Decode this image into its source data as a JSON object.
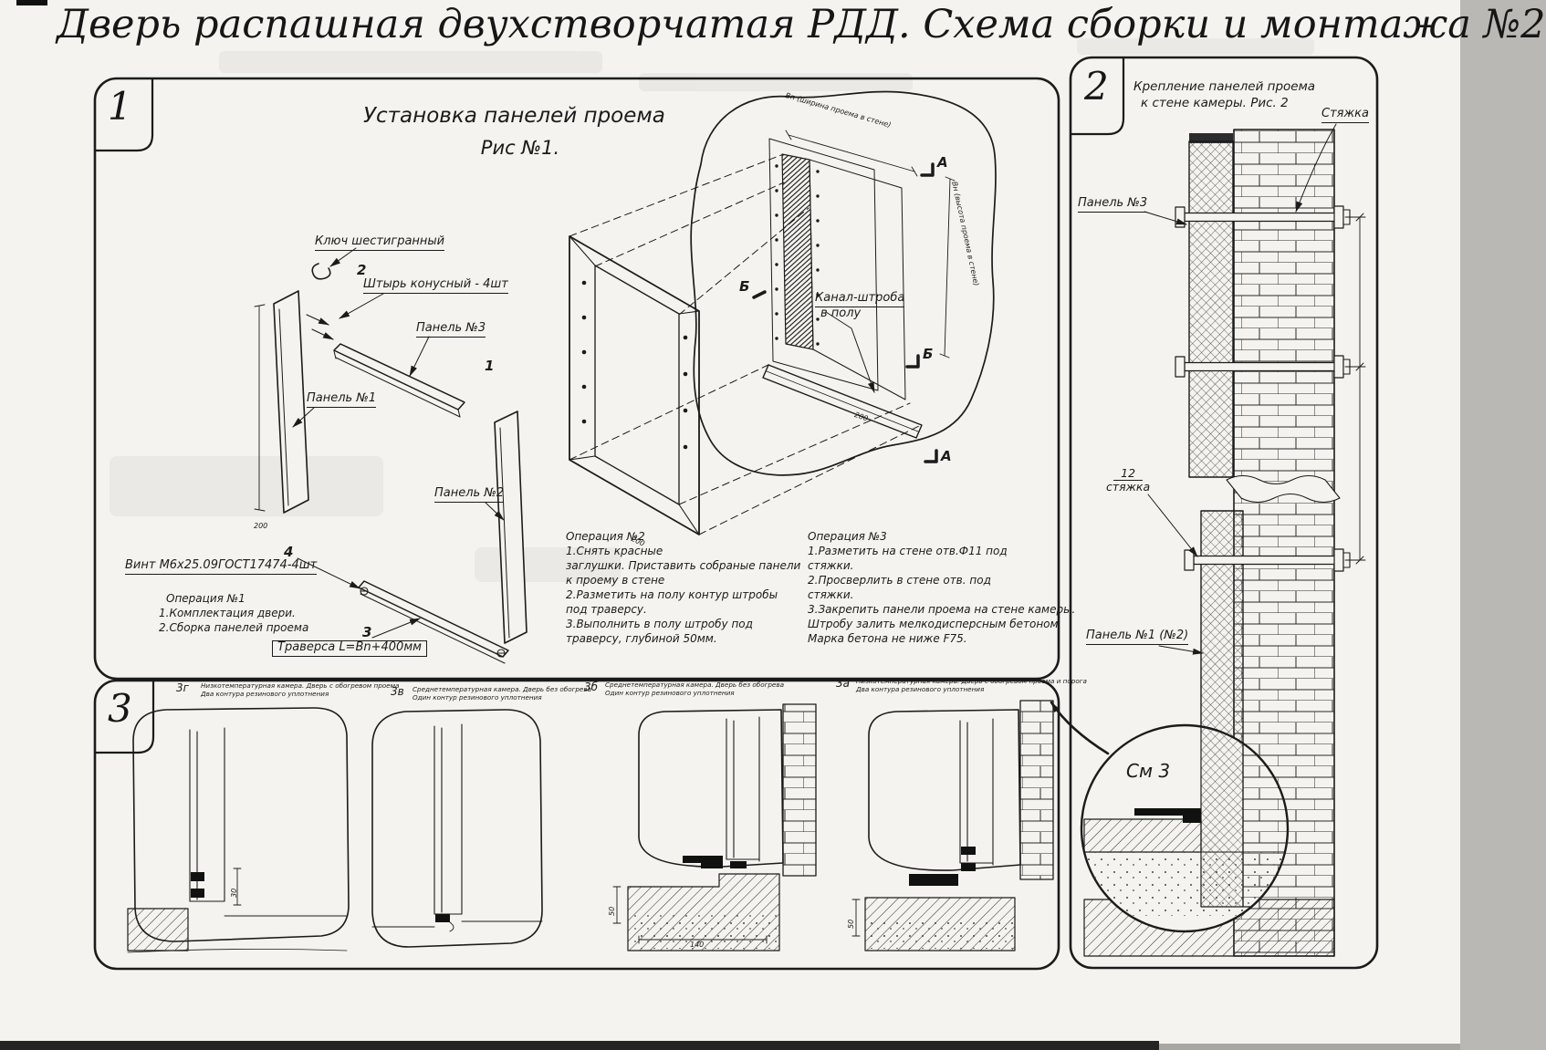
{
  "title": "Дверь распашная двухстворчатая РДД.  Схема сборки и монтажа №2",
  "section1": {
    "number": "1",
    "heading": "Установка панелей проема",
    "figure": "Рис №1.",
    "labels": {
      "hex_key": "Ключ шестигранный",
      "pin_num": "2",
      "pin": "Штырь конусный - 4шт",
      "panel3": "Панель №3",
      "panel3_num": "1",
      "panel1": "Панель №1",
      "panel2": "Панель №2",
      "screw_num": "4",
      "screw": "Винт М6х25.09ГОСТ17474-4шт",
      "traverse_num": "3",
      "traverse": "Траверса  L=Bn+400мм",
      "channel_line1": "Канал-штроба",
      "channel_line2": "в полу",
      "mark_a": "А",
      "mark_b": "Б",
      "dim_opening_width": "Вп (ширина проема в стене)",
      "dim_opening_height": "Вн (высота проема в стене)",
      "dim_200": "200"
    },
    "op1": {
      "title": "Операция №1",
      "lines": [
        "1.Комплектация двери.",
        "2.Сборка панелей проема"
      ]
    },
    "op2": {
      "title": "Операция №2",
      "lines": [
        "1.Снять красные",
        "заглушки. Приставить собраные панели",
        "к проему в стене",
        "2.Разметить на полу контур штробы",
        "под траверсу.",
        "3.Выполнить в полу штробу под",
        "траверсу, глубиной 50мм."
      ]
    },
    "op3": {
      "title": "Операция №3",
      "lines": [
        "1.Разметить на стене отв.Ф11 под",
        "стяжки.",
        "2.Просверлить в стене отв.  под",
        "стяжки.",
        "3.Закрепить панели проема на стене камеры.",
        "Штробу залить мелкодисперсным бетоном",
        "Марка бетона не ниже   F75."
      ]
    }
  },
  "section2": {
    "number": "2",
    "heading_line1": "Крепление панелей проема",
    "heading_line2": "к стене камеры. Рис. 2",
    "labels": {
      "tie_top": "Стяжка",
      "panel3": "Панель №3",
      "pos_12": "12",
      "tie_mid": "стяжка",
      "panel_1_2": "Панель №1 (№2)",
      "see_detail": "См 3"
    }
  },
  "section3": {
    "number": "3",
    "details": [
      {
        "id": "3г",
        "caption1": "Низкотемпературная камера. Дверь с обогревом проема",
        "caption2": "Два контура резинового уплотнения",
        "dim1": "30"
      },
      {
        "id": "3в",
        "caption1": "Среднетемпературная камера. Дверь без обогрева",
        "caption2": "Один контур резинового уплотнения"
      },
      {
        "id": "3б",
        "caption1": "Среднетемпературная камера. Дверь без обогрева",
        "caption2": "Один контур резинового уплотнения",
        "dim1": "50",
        "dim2": "140"
      },
      {
        "id": "3а",
        "caption1": "Низкотемпературная камера. Дверь с обогревом проема и порога",
        "caption2": "Два контура резинового уплотнения",
        "dim1": "50"
      }
    ]
  }
}
